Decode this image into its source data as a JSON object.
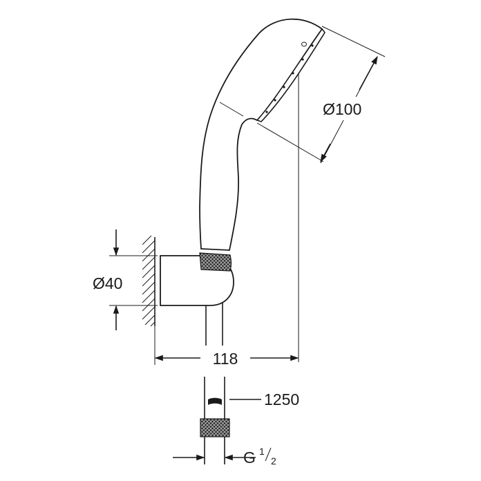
{
  "dimensions": {
    "head_diameter": "Ø100",
    "holder_diameter": "Ø40",
    "projection": "118",
    "hose_length": "1250",
    "thread_main": "G",
    "thread_num": "1",
    "thread_den": "2"
  }
}
